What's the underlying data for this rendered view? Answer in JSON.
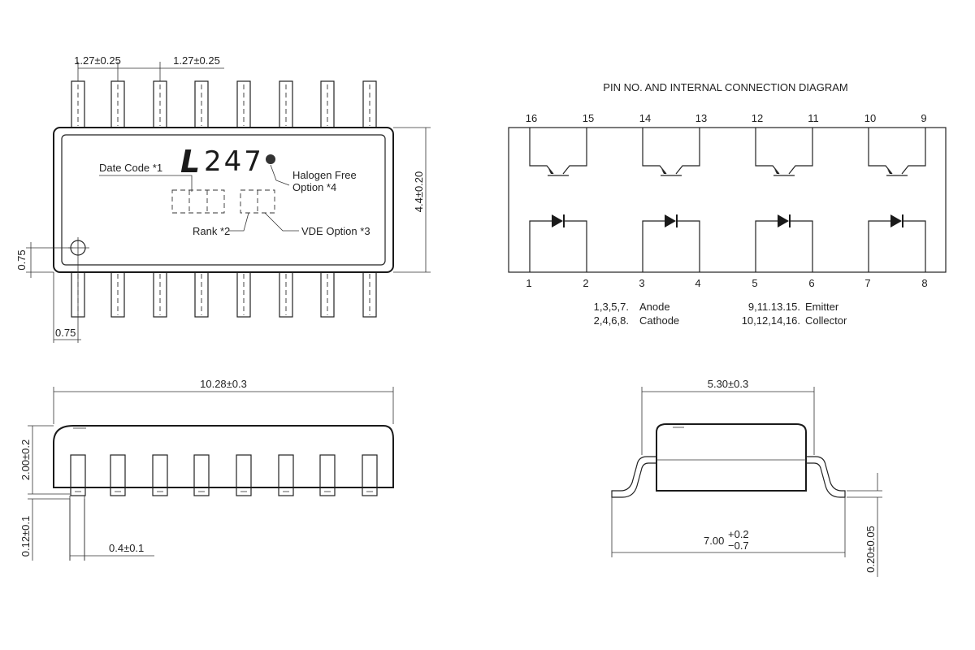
{
  "top_view": {
    "marking": {
      "prefix": "L",
      "number": "247"
    },
    "dims": {
      "pitch_left": "1.27±0.25",
      "pitch_right": "1.27±0.25",
      "height": "4.4±0.20",
      "pin1_mark_v": "0.75",
      "pin1_mark_h": "0.75"
    },
    "callouts": {
      "date_code": "Date Code *1",
      "rank": "Rank *2",
      "vde": "VDE Option *3",
      "halogen_line1": "Halogen Free",
      "halogen_line2": "Option *4"
    }
  },
  "connection_diagram": {
    "title": "PIN NO. AND INTERNAL CONNECTION DIAGRAM",
    "top_pins": [
      "16",
      "15",
      "14",
      "13",
      "12",
      "11",
      "10",
      "9"
    ],
    "bottom_pins": [
      "1",
      "2",
      "3",
      "4",
      "5",
      "6",
      "7",
      "8"
    ],
    "legend": [
      {
        "pins": "1,3,5,7.",
        "name": "Anode"
      },
      {
        "pins": "2,4,6,8.",
        "name": "Cathode"
      },
      {
        "pins": "9,11.13.15.",
        "name": "Emitter"
      },
      {
        "pins": "10,12,14,16.",
        "name": "Collector"
      }
    ]
  },
  "side_view": {
    "dims": {
      "length": "10.28±0.3",
      "height": "2.00±0.2",
      "standoff": "0.12±0.1",
      "lead_width": "0.4±0.1"
    }
  },
  "end_view": {
    "dims": {
      "body_width": "5.30±0.3",
      "lead_span_nominal": "7.00",
      "lead_span_plus": "+0.2",
      "lead_span_minus": "−0.7",
      "lead_thickness": "0.20±0.05"
    }
  }
}
